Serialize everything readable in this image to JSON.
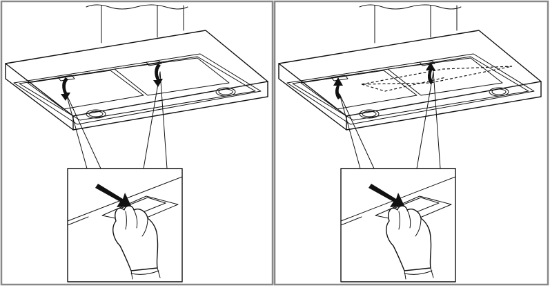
{
  "figure": {
    "panels": [
      {
        "step": "remove-filter",
        "arrow_direction": "down"
      },
      {
        "step": "insert-filter",
        "arrow_direction": "up"
      }
    ],
    "colors": {
      "line": "#111111",
      "background": "#ffffff",
      "frame": "#888888"
    }
  }
}
